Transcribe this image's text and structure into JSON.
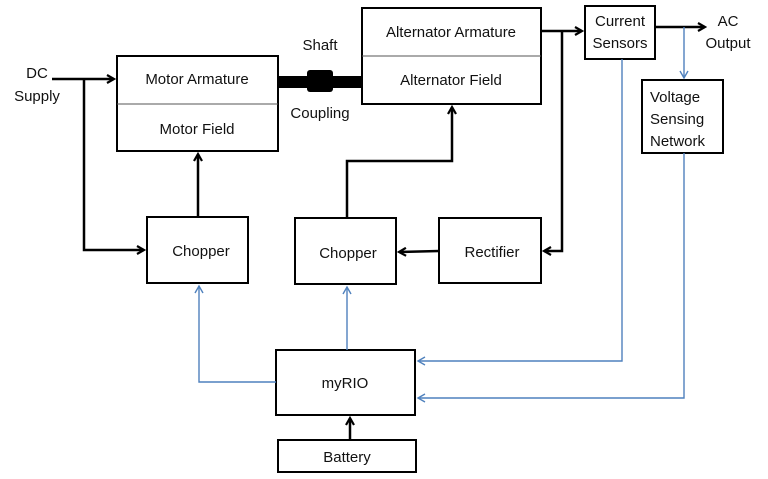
{
  "diagram": {
    "blocks": {
      "motor": {
        "top": "Motor Armature",
        "bottom": "Motor Field"
      },
      "alternator": {
        "top": "Alternator Armature",
        "bottom": "Alternator Field"
      },
      "current_sensors": [
        "Current",
        "Sensors"
      ],
      "voltage_sensing": [
        "Voltage",
        "Sensing",
        "Network"
      ],
      "chopper_motor": "Chopper",
      "chopper_alternator": "Chopper",
      "rectifier": "Rectifier",
      "myrio": "myRIO",
      "battery": "Battery"
    },
    "labels": {
      "dc_supply": [
        "DC",
        "Supply"
      ],
      "ac_output": [
        "AC",
        "Output"
      ],
      "shaft": "Shaft",
      "coupling": "Coupling"
    },
    "colors": {
      "power_line": "#000000",
      "signal_line": "#4f81bd"
    }
  }
}
